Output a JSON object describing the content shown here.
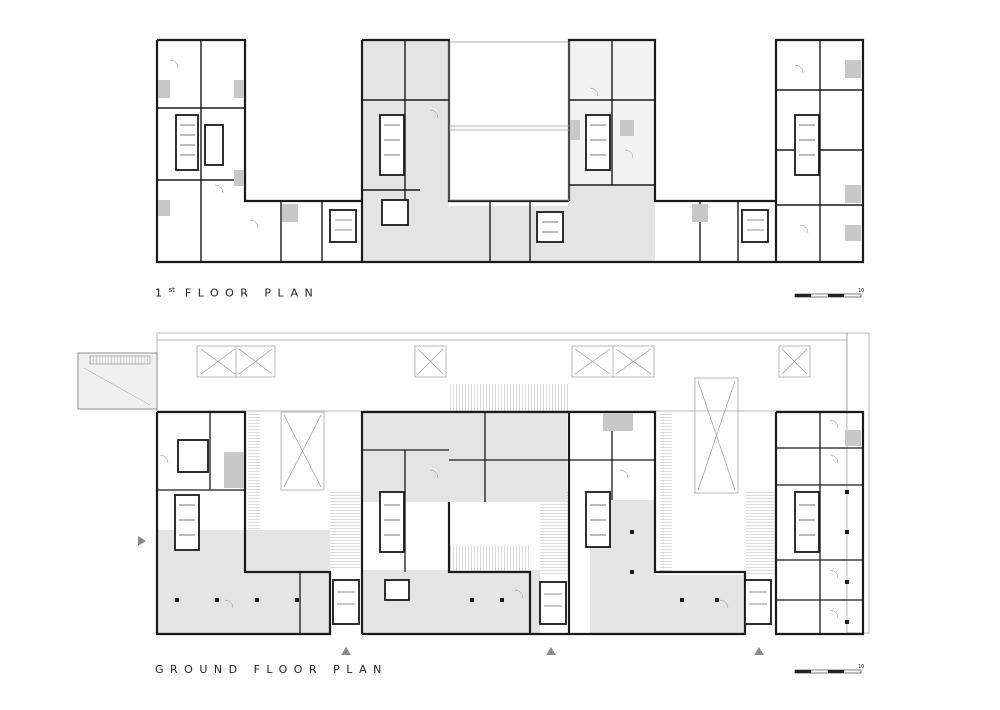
{
  "first_floor": {
    "title_prefix": "1",
    "title_sup": "st",
    "title_rest": "FLOOR PLAN",
    "scale_bar": {
      "label": "10"
    }
  },
  "ground_floor": {
    "title": "GROUND FLOOR PLAN",
    "scale_bar": {
      "label": "10"
    },
    "entrance_markers": [
      "west-entrance",
      "south-entrance-1",
      "south-entrance-2",
      "south-entrance-3"
    ]
  },
  "colors": {
    "wall": "#1a1a1a",
    "fill_shared": "#e4e4e4",
    "fill_core": "#ffffff",
    "thin_line": "#9a9a9a",
    "marker": "#8a8a8a"
  }
}
